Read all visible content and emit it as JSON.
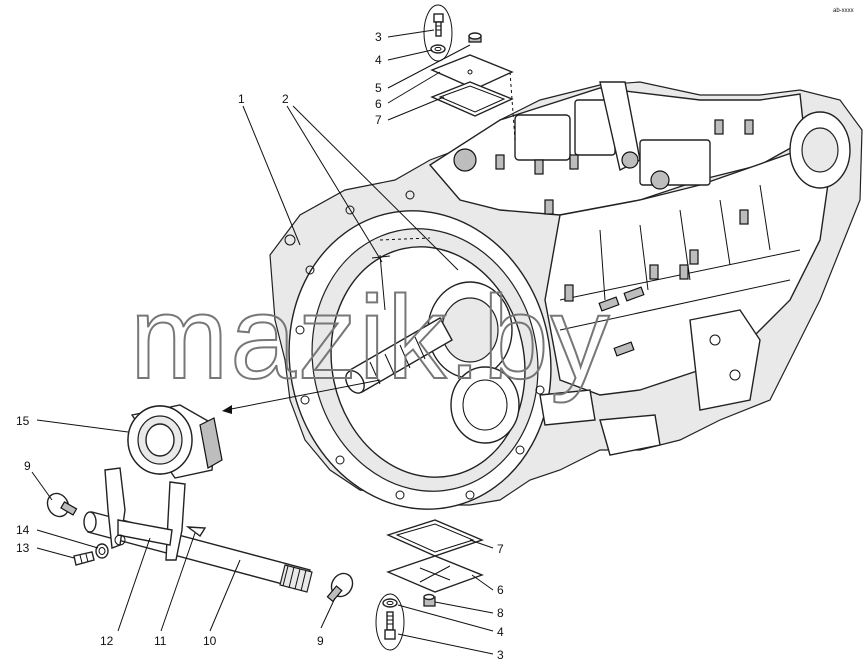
{
  "watermark": "mazik.by",
  "corner_mark": "ab-xxxx",
  "callouts": [
    {
      "id": "c1",
      "text": "1"
    },
    {
      "id": "c2",
      "text": "2"
    },
    {
      "id": "c3t",
      "text": "3"
    },
    {
      "id": "c4t",
      "text": "4"
    },
    {
      "id": "c5",
      "text": "5"
    },
    {
      "id": "c6t",
      "text": "6"
    },
    {
      "id": "c7t",
      "text": "7"
    },
    {
      "id": "c15",
      "text": "15"
    },
    {
      "id": "c9l",
      "text": "9"
    },
    {
      "id": "c14",
      "text": "14"
    },
    {
      "id": "c13",
      "text": "13"
    },
    {
      "id": "c12",
      "text": "12"
    },
    {
      "id": "c11",
      "text": "11"
    },
    {
      "id": "c10",
      "text": "10"
    },
    {
      "id": "c9b",
      "text": "9"
    },
    {
      "id": "c7b",
      "text": "7"
    },
    {
      "id": "c6b",
      "text": "6"
    },
    {
      "id": "c8",
      "text": "8"
    },
    {
      "id": "c4b",
      "text": "4"
    },
    {
      "id": "c3b",
      "text": "3"
    }
  ]
}
